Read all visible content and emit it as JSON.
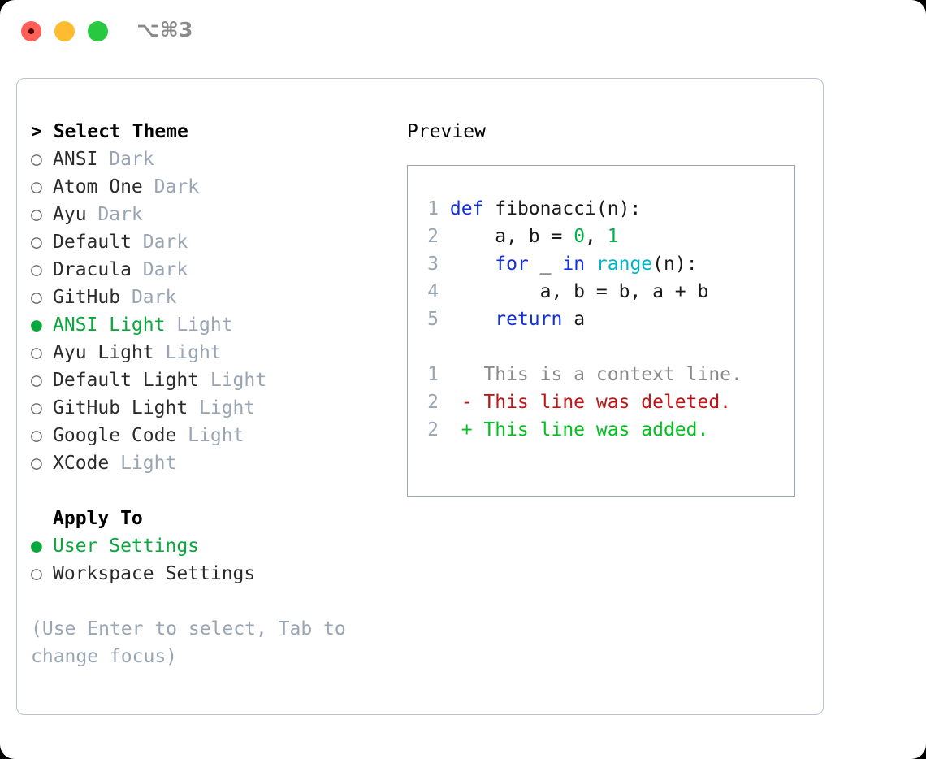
{
  "titlebar": {
    "shortcut": "⌥⌘3",
    "buttons": {
      "close": "close-button",
      "minimize": "minimize-button",
      "maximize": "maximize-button"
    }
  },
  "left": {
    "header": "> Select Theme",
    "themes": [
      {
        "marker": "○",
        "name": "ANSI",
        "kind": "Dark",
        "selected": false
      },
      {
        "marker": "○",
        "name": "Atom One",
        "kind": "Dark",
        "selected": false
      },
      {
        "marker": "○",
        "name": "Ayu",
        "kind": "Dark",
        "selected": false
      },
      {
        "marker": "○",
        "name": "Default",
        "kind": "Dark",
        "selected": false
      },
      {
        "marker": "○",
        "name": "Dracula",
        "kind": "Dark",
        "selected": false
      },
      {
        "marker": "○",
        "name": "GitHub",
        "kind": "Dark",
        "selected": false
      },
      {
        "marker": "●",
        "name": "ANSI Light",
        "kind": "Light",
        "selected": true
      },
      {
        "marker": "○",
        "name": "Ayu Light",
        "kind": "Light",
        "selected": false
      },
      {
        "marker": "○",
        "name": "Default Light",
        "kind": "Light",
        "selected": false
      },
      {
        "marker": "○",
        "name": "GitHub Light",
        "kind": "Light",
        "selected": false
      },
      {
        "marker": "○",
        "name": "Google Code",
        "kind": "Light",
        "selected": false
      },
      {
        "marker": "○",
        "name": "XCode",
        "kind": "Light",
        "selected": false
      }
    ],
    "apply_to": {
      "header": "Apply To",
      "options": [
        {
          "marker": "●",
          "label": "User Settings",
          "selected": true
        },
        {
          "marker": "○",
          "label": "Workspace Settings",
          "selected": false
        }
      ]
    },
    "hint": "(Use Enter to select, Tab to change focus)"
  },
  "right": {
    "label": "Preview",
    "code": [
      {
        "ln": "1",
        "tokens": [
          {
            "t": "def ",
            "c": "kw"
          },
          {
            "t": "fibonacci(n):",
            "c": "pl"
          }
        ]
      },
      {
        "ln": "2",
        "tokens": [
          {
            "t": "    a, b = ",
            "c": "pl"
          },
          {
            "t": "0",
            "c": "num"
          },
          {
            "t": ", ",
            "c": "pl"
          },
          {
            "t": "1",
            "c": "num"
          }
        ]
      },
      {
        "ln": "3",
        "tokens": [
          {
            "t": "    ",
            "c": "pl"
          },
          {
            "t": "for",
            "c": "kw"
          },
          {
            "t": " _ ",
            "c": "pl"
          },
          {
            "t": "in",
            "c": "kw"
          },
          {
            "t": " ",
            "c": "pl"
          },
          {
            "t": "range",
            "c": "fn"
          },
          {
            "t": "(n):",
            "c": "pl"
          }
        ]
      },
      {
        "ln": "4",
        "tokens": [
          {
            "t": "        a, b = b, a + b",
            "c": "pl"
          }
        ]
      },
      {
        "ln": "5",
        "tokens": [
          {
            "t": "    ",
            "c": "pl"
          },
          {
            "t": "return",
            "c": "kw"
          },
          {
            "t": " a",
            "c": "pl"
          }
        ]
      }
    ],
    "diff": [
      {
        "ln": "1",
        "sign": "  ",
        "text": "This is a context line.",
        "kind": "ctx"
      },
      {
        "ln": "2",
        "sign": "- ",
        "text": "This line was deleted.",
        "kind": "del"
      },
      {
        "ln": "2",
        "sign": "+ ",
        "text": "This line was added.",
        "kind": "add"
      }
    ]
  },
  "colors": {
    "accent_green": "#0aa83c",
    "muted": "#9aa5b4",
    "keyword_blue": "#1230e0",
    "function_cyan": "#00b3c8",
    "number_green": "#00b34a",
    "diff_deleted": "#c01515",
    "diff_added": "#00c21e",
    "border": "#b9c2cf"
  }
}
